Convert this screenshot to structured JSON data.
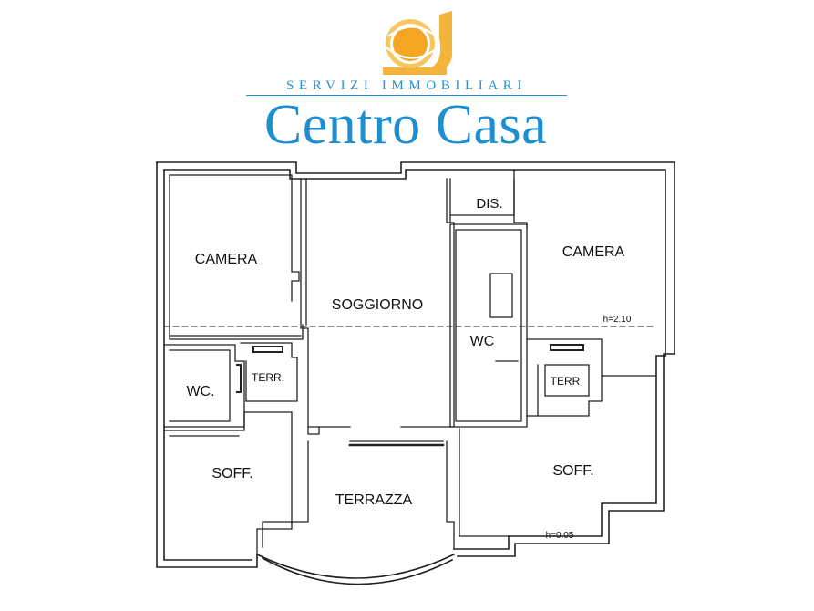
{
  "logo": {
    "tagline": "SERVIZI IMMOBILIARI",
    "brand_name": "Centro Casa",
    "mark_icon": "sun-swirl-icon",
    "brand_color": "#1d8fd1",
    "mark_color": "#f4a623"
  },
  "floorplan": {
    "rooms": {
      "camera_left": "CAMERA",
      "soggiorno": "SOGGIORNO",
      "dis": "DIS.",
      "camera_right": "CAMERA",
      "wc_left": "WC.",
      "terr_left": "TERR.",
      "wc_right": "WC",
      "terr_right": "TERR",
      "soff_left": "SOFF.",
      "terrazza": "TERRAZZA",
      "soff_right": "SOFF."
    },
    "annotations": {
      "height_upper": "h=2.10",
      "height_lower": "h=0.05"
    }
  }
}
